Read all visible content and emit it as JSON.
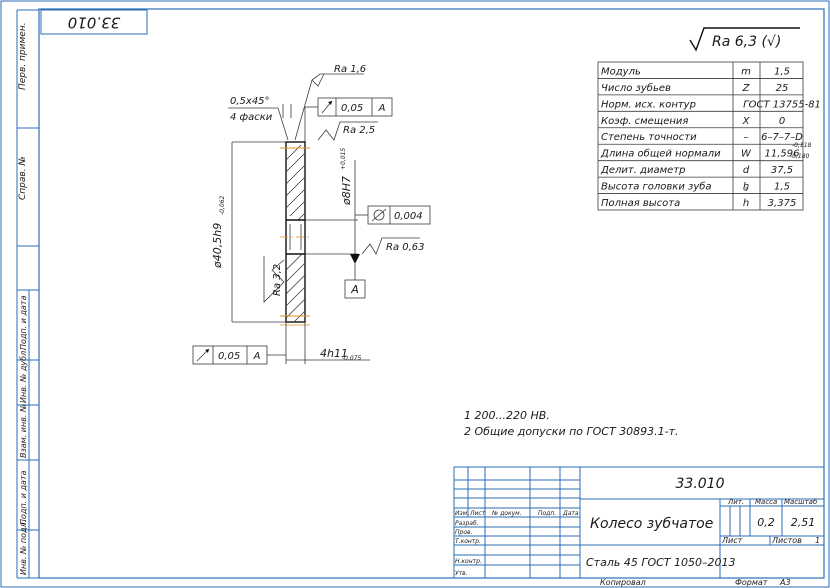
{
  "rotated_code": "33.010",
  "roughness_general": "Ra 6,3 (√)",
  "params_table": [
    {
      "name": "Модуль",
      "sym": "m",
      "val": "1,5"
    },
    {
      "name": "Число зубьев",
      "sym": "Z",
      "val": "25"
    },
    {
      "name": "Норм. исх. контур",
      "sym": "",
      "val": "ГОСТ 13755-81"
    },
    {
      "name": "Коэф. смещения",
      "sym": "X",
      "val": "0"
    },
    {
      "name": "Степень точности",
      "sym": "–",
      "val": "6–7–7–D"
    },
    {
      "name": "Длина общей нормали",
      "sym": "W",
      "val": "11,596"
    },
    {
      "name": "Делит. диаметр",
      "sym": "d",
      "val": "37,5"
    },
    {
      "name": "Высота головки зуба",
      "sym": "h",
      "val": "1,5"
    },
    {
      "name": "Полная высота",
      "sym": "h",
      "val": "3,375"
    }
  ],
  "params_extra": {
    "w_upper": "-0,118",
    "w_lower": "-0,180",
    "ha_sub": "a"
  },
  "drawing": {
    "chamfer": "0,5x45°",
    "chamfer_note": "4 фаски",
    "ra_top": "Ra 1,6",
    "ra_face": "Ra 2,5",
    "ra_left": "Ra 3,2",
    "ra_bore": "Ra 0,63",
    "runout_top_value": "0,05",
    "runout_top_datum": "A",
    "runout_bottom_value": "0,05",
    "runout_bottom_datum": "A",
    "cyl_value": "0,004",
    "datum": "A",
    "dim_outer": "ø40,5h9",
    "dim_outer_tol": "-0,062",
    "dim_bore": "ø8H7",
    "dim_bore_tol": "+0,015",
    "dim_width": "4h11",
    "dim_width_tol": "-0,075"
  },
  "notes": [
    "1  200...220 HB.",
    "2  Общие допуски по ГОСТ 30893.1-т."
  ],
  "side_labels": [
    "Перв. примен.",
    "Справ. №",
    "Подп. и дата",
    "Инв. № дубл.",
    "Взам. инв. №",
    "Подп. и дата",
    "Инв. № подл."
  ],
  "title_block": {
    "designation": "33.010",
    "name": "Колесо зубчатое",
    "material": "Сталь 45 ГОСТ 1050–2013",
    "mass": "0,2",
    "scale": "2,51",
    "sheets_label": "Листов",
    "sheets": "1",
    "sheet_label": "Лист",
    "lit_label": "Лит.",
    "mass_label": "Масса",
    "scale_label": "Масштаб",
    "col_labels": [
      "Изм.",
      "Лист",
      "№ докум.",
      "Подп.",
      "Дата"
    ],
    "row_labels": [
      "Разраб.",
      "Пров.",
      "Т.контр.",
      "",
      "Н.контр.",
      "Утв."
    ],
    "copied": "Копировал",
    "format_label": "Формат",
    "format": "A3"
  }
}
